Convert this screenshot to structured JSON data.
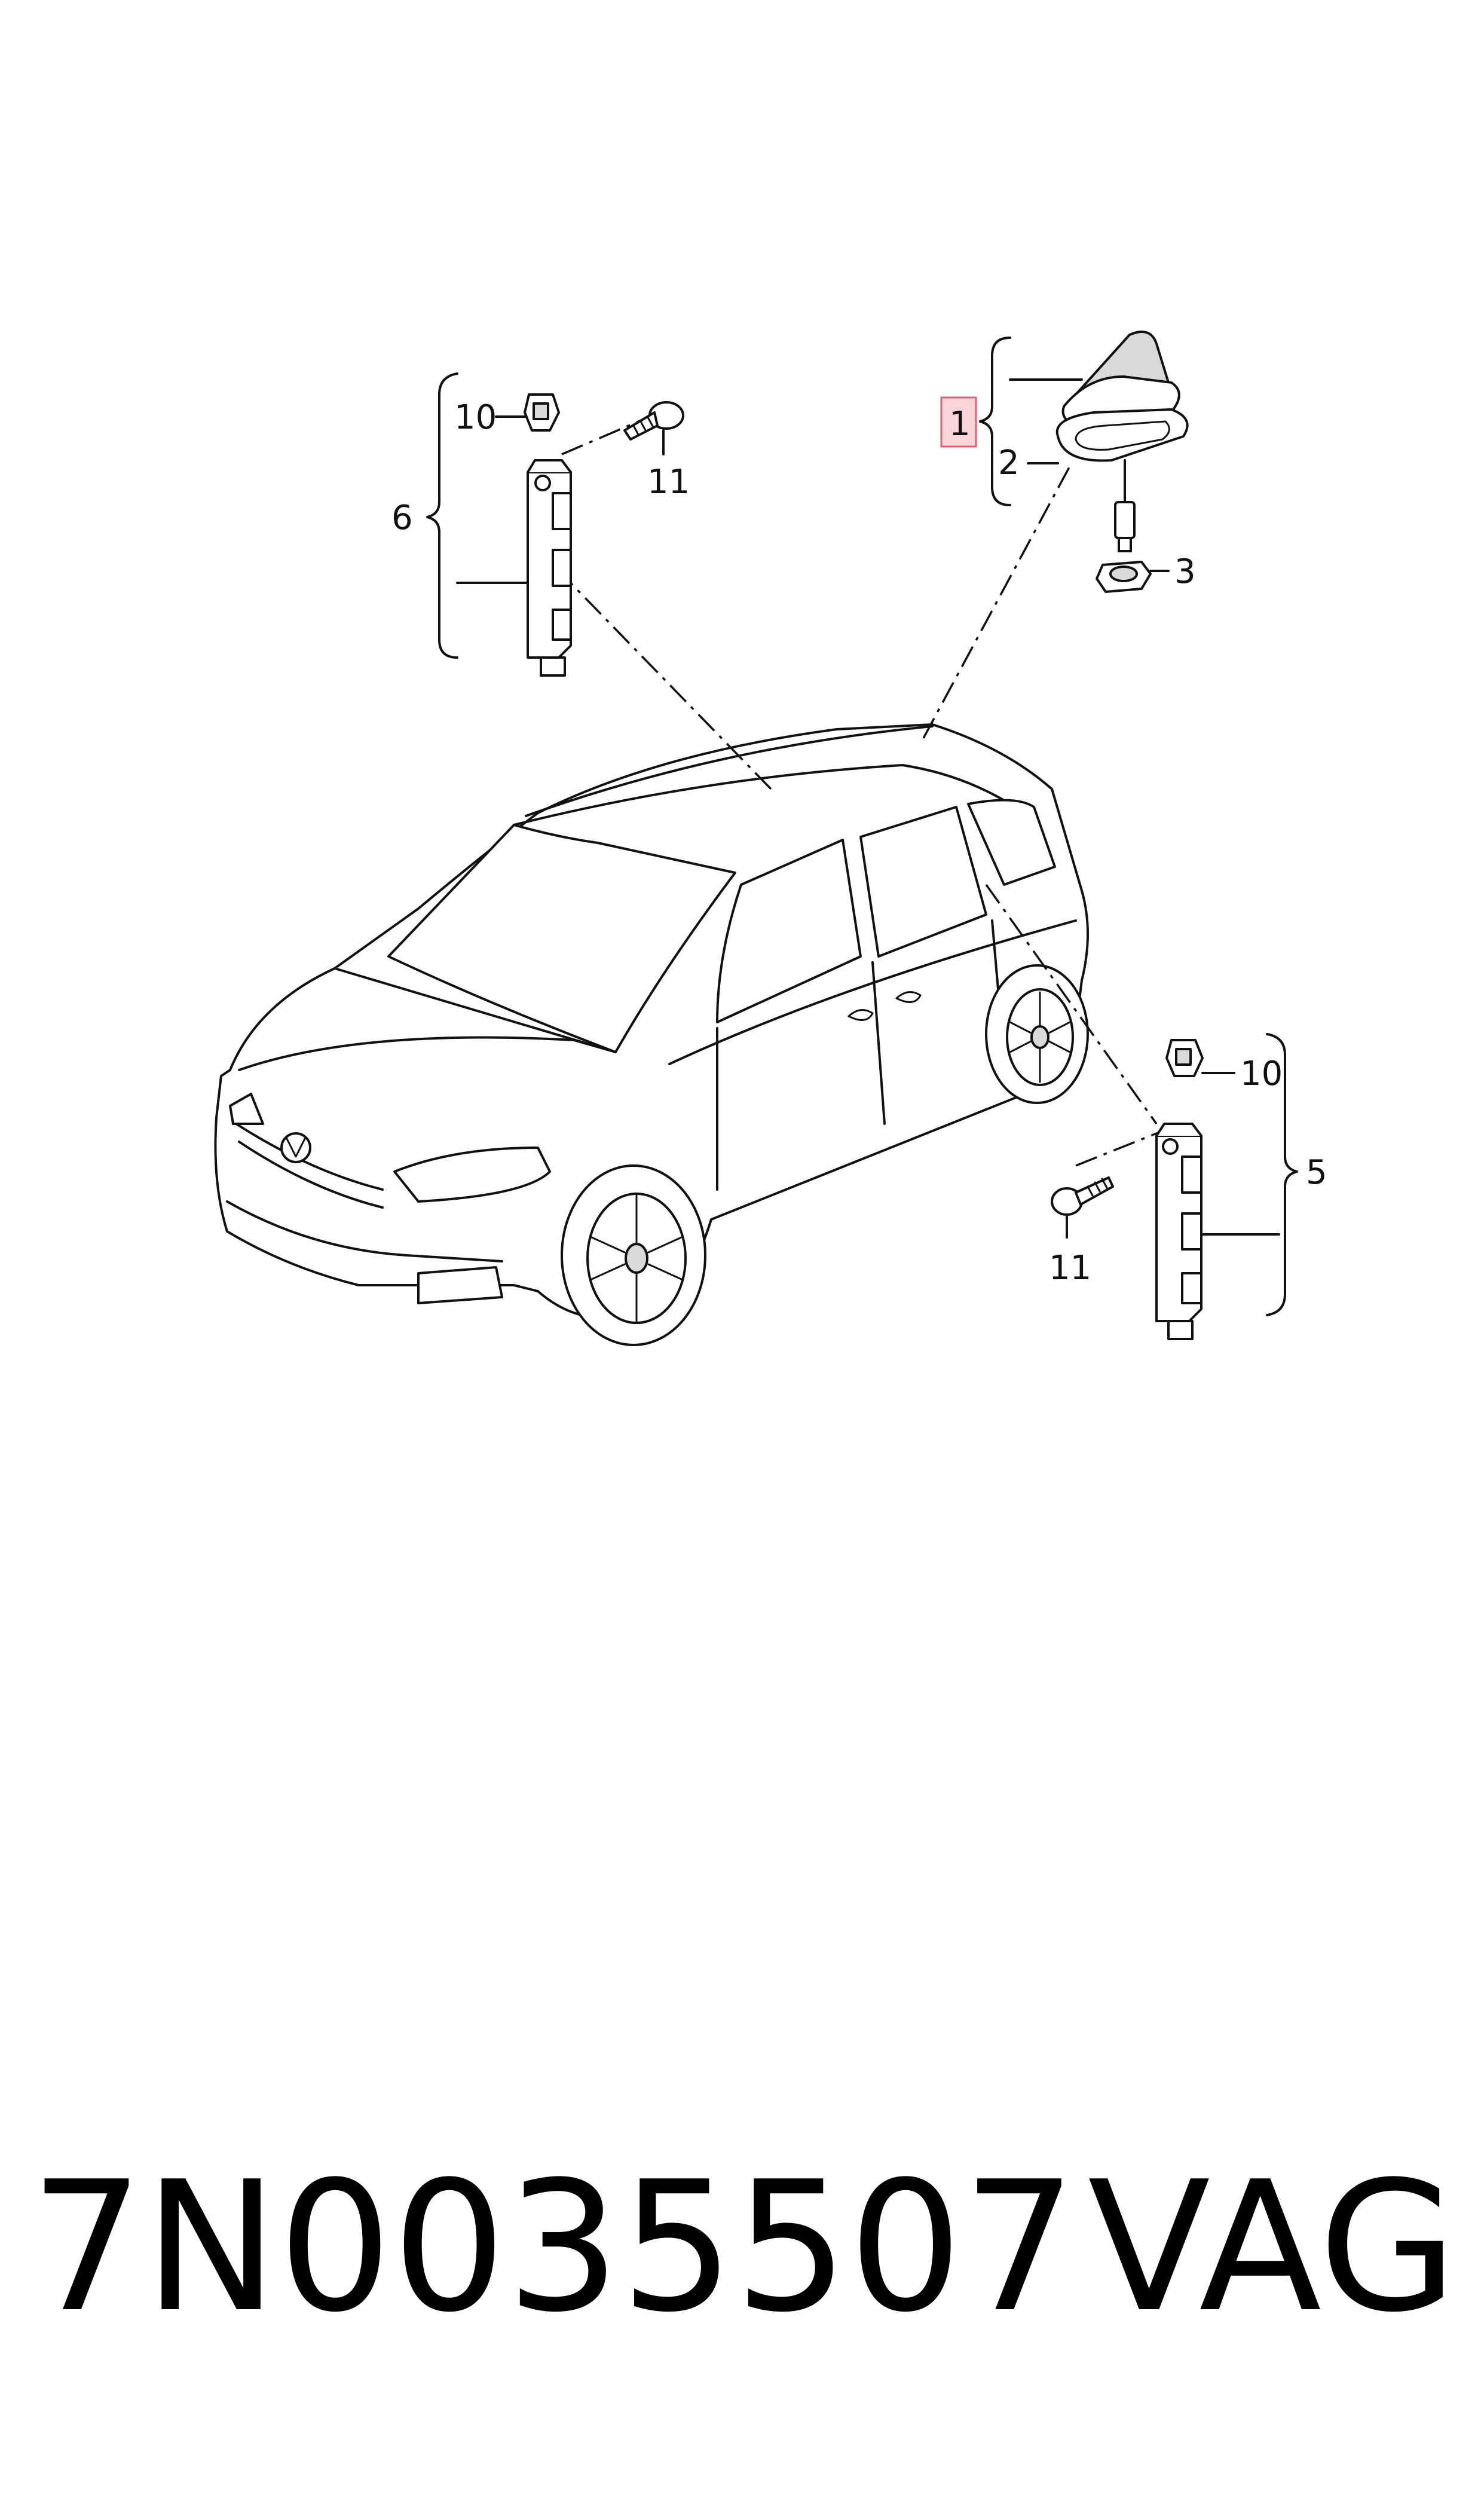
{
  "callouts": {
    "c1": "1",
    "c2": "2",
    "c3": "3",
    "c5": "5",
    "c6": "6",
    "c10_top": "10",
    "c11_top": "11",
    "c10_bottom": "10",
    "c11_bottom": "11"
  },
  "footer": {
    "part_number": "7N0035507",
    "brand": "VAG"
  },
  "colors": {
    "highlight_fill": "#f9d4d8",
    "highlight_stroke": "#e06070",
    "line": "#111111"
  },
  "icons": [
    "car-icon",
    "antenna-icon",
    "amplifier-module-icon",
    "screw-icon",
    "clip-icon",
    "nut-icon",
    "gasket-icon"
  ]
}
